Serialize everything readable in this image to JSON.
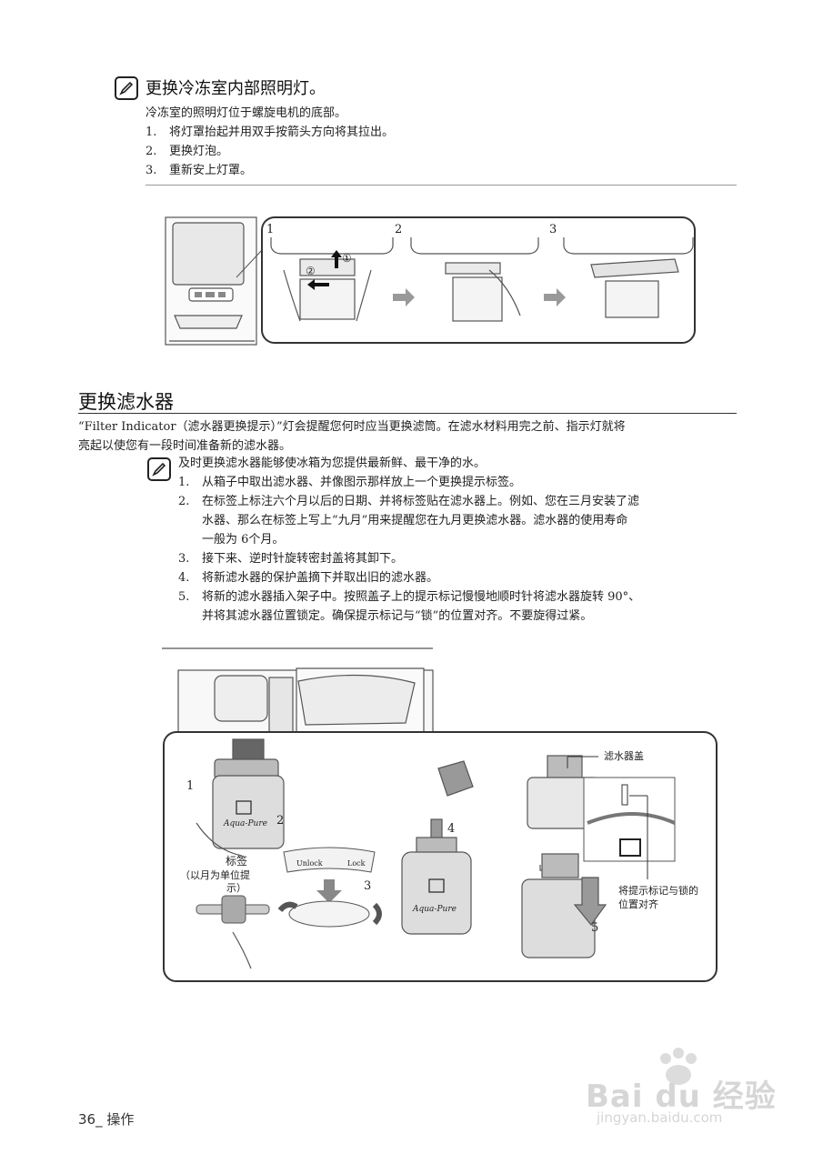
{
  "section_light": {
    "title": "更换冷冻室内部照明灯。",
    "intro": "冷冻室的照明灯位于螺旋电机的底部。",
    "steps": [
      {
        "n": "1.",
        "text": "将灯罩抬起并用双手按箭头方向将其拉出。"
      },
      {
        "n": "2.",
        "text": "更换灯泡。"
      },
      {
        "n": "3.",
        "text": "重新安上灯罩。"
      }
    ],
    "figure_labels": [
      "1",
      "2",
      "3"
    ],
    "callout_labels": [
      "①",
      "②"
    ]
  },
  "section_filter": {
    "title": "更换滤水器",
    "intro_line1": "“Filter Indicator（滤水器更换提示）”灯会提醒您何时应当更换滤筒。在滤水材料用完之前、指示灯就将",
    "intro_line2": "亮起以使您有一段时间准备新的滤水器。",
    "note": "及时更换滤水器能够使冰箱为您提供最新鲜、最干净的水。",
    "steps": [
      {
        "n": "1.",
        "lines": [
          "从箱子中取出滤水器、并像图示那样放上一个更换提示标签。"
        ]
      },
      {
        "n": "2.",
        "lines": [
          "在标签上标注六个月以后的日期、并将标签贴在滤水器上。例如、您在三月安装了滤",
          "水器、那么在标签上写上“九月”用来提醒您在九月更换滤水器。滤水器的使用寿命",
          "一般为 6个月。"
        ]
      },
      {
        "n": "3.",
        "lines": [
          "接下来、逆时针旋转密封盖将其卸下。"
        ]
      },
      {
        "n": "4.",
        "lines": [
          "将新滤水器的保护盖摘下并取出旧的滤水器。"
        ]
      },
      {
        "n": "5.",
        "lines": [
          "将新的滤水器插入架子中。按照盖子上的提示标记慢慢地顺时针将滤水器旋转 90°、",
          "并将其滤水器位置锁定。确保提示标记与“锁”的位置对齐。不要旋得过紧。"
        ]
      }
    ],
    "figure": {
      "step_numbers": [
        "1",
        "2",
        "3",
        "4",
        "5"
      ],
      "label_tag": "标签",
      "label_tag_sub1": "（以月为单位提",
      "label_tag_sub2": "示）",
      "label_cap": "滤水器盖",
      "label_align1": "将提示标记与锁的",
      "label_align2": "位置对齐",
      "brand": "Aqua-Pure",
      "label_strip": [
        "Unlock",
        "Lock"
      ]
    }
  },
  "footer": {
    "page": "36_ 操作"
  },
  "watermark": {
    "brand": "Bai du 经验",
    "url": "jingyan.baidu.com"
  }
}
